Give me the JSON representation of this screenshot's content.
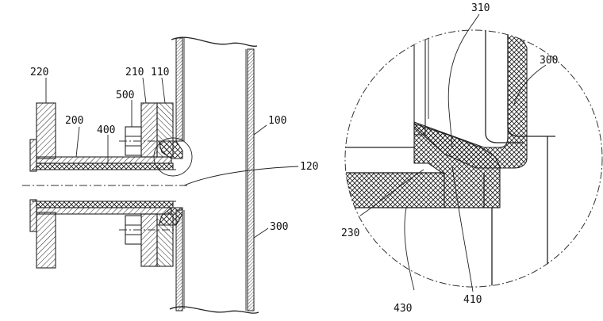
{
  "labels": {
    "l220": "220",
    "l210": "210",
    "l110": "110",
    "l500": "500",
    "l200": "200",
    "l400": "400",
    "l100": "100",
    "l120": "120",
    "l300a": "300",
    "l310": "310",
    "l300b": "300",
    "l230": "230",
    "l430": "430",
    "l410": "410"
  },
  "colors": {
    "ink": "#222222",
    "background": "#ffffff"
  }
}
